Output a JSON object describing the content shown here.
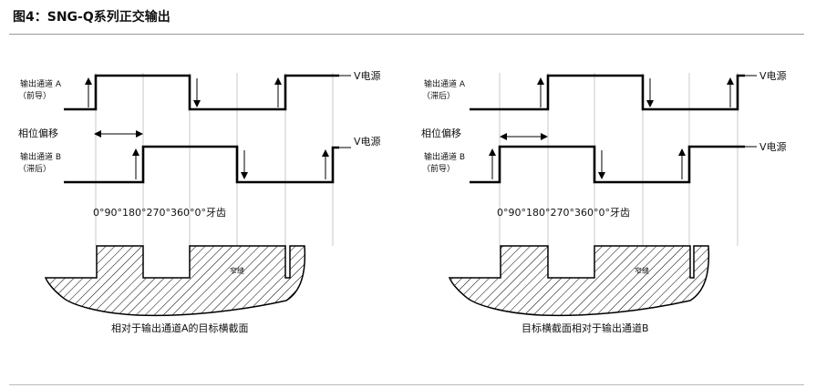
{
  "title": "图4：SNG-Q系列正交输出",
  "left": {
    "channel_a_line1": "输出通道 A",
    "channel_a_line2": "（前导）",
    "phase_label": "相位偏移",
    "channel_b_line1": "输出通道 B",
    "channel_b_line2": "（滞后）",
    "voltage_a": "V电源",
    "voltage_b": "V电源",
    "angles": "0°90°180°270°360°0°牙齿",
    "gap_label": "窄缝",
    "caption": "相对于输出通道A的目标横截面"
  },
  "right": {
    "channel_a_line1": "输出通道 A",
    "channel_a_line2": "（滞后）",
    "phase_label": "相位偏移",
    "channel_b_line1": "输出通道 B",
    "channel_b_line2": "（前导）",
    "voltage_a": "V电源",
    "voltage_b": "V电源",
    "angles": "0°90°180°270°360°0°牙齿",
    "gap_label": "窄缝",
    "caption": "目标横截面相对于输出通道B"
  }
}
